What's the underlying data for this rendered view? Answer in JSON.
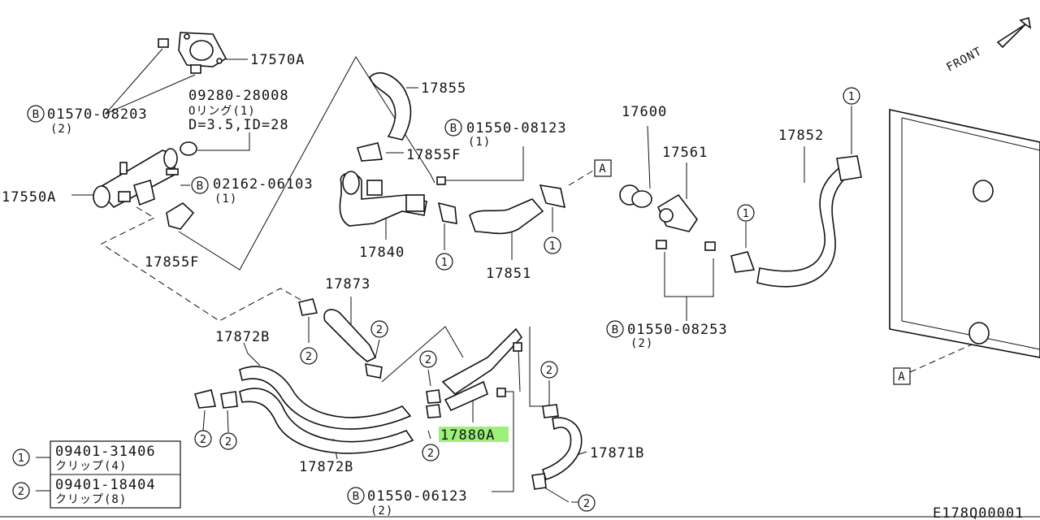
{
  "parts": {
    "p17570A": "17570A",
    "p17855": "17855",
    "p09280": "09280-28008",
    "oring_note": "Oリング(1)",
    "oring_dim": "D=3.5,ID=28",
    "p01570": "01570-08203",
    "p01570_qty": "(2)",
    "p17550A": "17550A",
    "p02162": "02162-06103",
    "p02162_qty": "(1)",
    "p17855F_top": "17855F",
    "p17855F_bot": "17855F",
    "p01550_08123": "01550-08123",
    "p01550_08123_qty": "(1)",
    "p17840": "17840",
    "p17851": "17851",
    "p17600": "17600",
    "p17561": "17561",
    "p17852": "17852",
    "p01550_08253": "01550-08253",
    "p01550_08253_qty": "(2)",
    "p17873": "17873",
    "p17872B_top": "17872B",
    "p17872B_bot": "17872B",
    "p17880A": "17880A",
    "p17871B": "17871B",
    "p01550_06123": "01550-06123",
    "p01550_06123_qty": "(2)",
    "front": "FRONT",
    "ref_a": "A",
    "bolt_b": "B",
    "clip1": "1",
    "clip2": "2",
    "diagram_code": "E178Q00001"
  },
  "legend": [
    {
      "num": "1",
      "part": "09401-31406",
      "desc": "クリップ(4)"
    },
    {
      "num": "2",
      "part": "09401-18404",
      "desc": "クリップ(8)"
    }
  ],
  "colors": {
    "highlight": "#9cf07a",
    "line": "#111111"
  }
}
